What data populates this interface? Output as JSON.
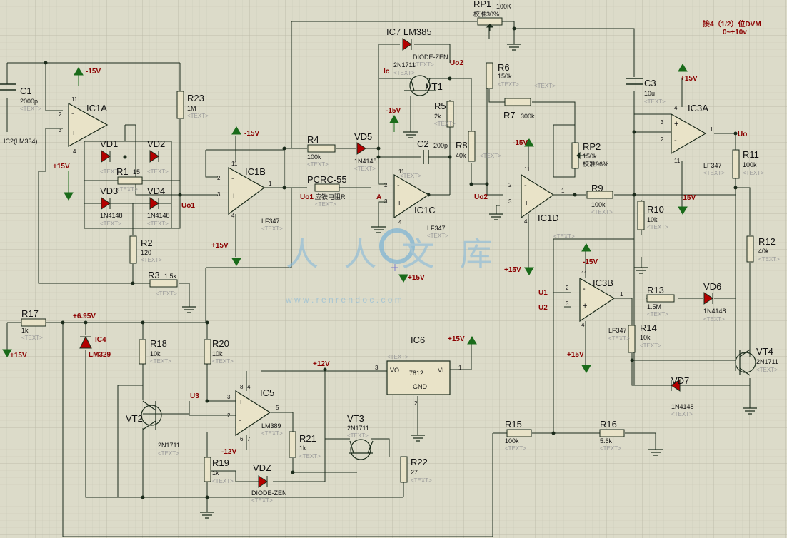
{
  "title": {
    "line1": "接4（1/2）位DVM",
    "line2": "0~+10v"
  },
  "watermark": {
    "brand": "人人文库",
    "url": "w w w . r e n r e n d o c . c o m"
  },
  "placeholder": "<TEXT>",
  "components": {
    "C1": {
      "ref": "C1",
      "value": "2000p"
    },
    "R23": {
      "ref": "R23",
      "value": "1M"
    },
    "IC1A": {
      "ref": "IC1A"
    },
    "IC2": {
      "ref": "IC2(LM334)"
    },
    "VD1": {
      "ref": "VD1"
    },
    "VD2": {
      "ref": "VD2"
    },
    "VD3": {
      "ref": "VD3",
      "value": "1N4148"
    },
    "VD4": {
      "ref": "VD4",
      "value": "1N4148"
    },
    "R1": {
      "ref": "R1",
      "value": "15"
    },
    "R2": {
      "ref": "R2",
      "value": "120"
    },
    "R3": {
      "ref": "R3",
      "value": "1.5k"
    },
    "IC1B": {
      "ref": "IC1B",
      "value": "LF347"
    },
    "R4": {
      "ref": "R4",
      "value": "100k"
    },
    "VD5": {
      "ref": "VD5",
      "value": "1N4148"
    },
    "PCRC": {
      "ref": "PCRC-55",
      "value": "应铁电阻R"
    },
    "IC7": {
      "ref": "IC7 LM385"
    },
    "DZ1": {
      "value": "DIODE-ZEN"
    },
    "VT1": {
      "ref": "VT1",
      "value": "2N1711"
    },
    "R5": {
      "ref": "R5",
      "value": "2k"
    },
    "C2": {
      "ref": "C2",
      "value": "200p"
    },
    "R8": {
      "ref": "R8",
      "value": "40k"
    },
    "IC1C": {
      "ref": "IC1C",
      "value": "LF347"
    },
    "RP1": {
      "ref": "RP1",
      "value": "100K",
      "note": "校准30%"
    },
    "R6": {
      "ref": "R6",
      "value": "150k"
    },
    "R7": {
      "ref": "R7",
      "value": "300k"
    },
    "RP2": {
      "ref": "RP2",
      "value": "150k",
      "note": "校准96%"
    },
    "IC1D": {
      "ref": "IC1D"
    },
    "R9": {
      "ref": "R9",
      "value": "100k"
    },
    "C3": {
      "ref": "C3",
      "value": "10u"
    },
    "IC3A": {
      "ref": "IC3A",
      "value": "LF347"
    },
    "R11": {
      "ref": "R11",
      "value": "100k"
    },
    "R10": {
      "ref": "R10",
      "value": "10k"
    },
    "R12": {
      "ref": "R12",
      "value": "40k"
    },
    "IC3B": {
      "ref": "IC3B",
      "value": "LF347"
    },
    "R13": {
      "ref": "R13",
      "value": "1.5M"
    },
    "VD6": {
      "ref": "VD6",
      "value": "1N4148"
    },
    "R14": {
      "ref": "R14",
      "value": "10k"
    },
    "VT4": {
      "ref": "VT4",
      "value": "2N1711"
    },
    "VD7": {
      "ref": "VD7",
      "value": "1N4148"
    },
    "R15": {
      "ref": "R15",
      "value": "100k"
    },
    "R16": {
      "ref": "R16",
      "value": "5.6k"
    },
    "R17": {
      "ref": "R17",
      "value": "1k"
    },
    "IC4": {
      "ref": "IC4",
      "value": "LM329"
    },
    "R18": {
      "ref": "R18",
      "value": "10k"
    },
    "R20": {
      "ref": "R20",
      "value": "10k"
    },
    "VT2": {
      "ref": "VT2",
      "value": "2N1711"
    },
    "IC5": {
      "ref": "IC5",
      "value": "LM389"
    },
    "R21": {
      "ref": "R21",
      "value": "1k"
    },
    "R19": {
      "ref": "R19",
      "value": "1k"
    },
    "VDZ": {
      "ref": "VDZ",
      "value": "DIODE-ZEN"
    },
    "VT3": {
      "ref": "VT3",
      "value": "2N1711"
    },
    "R22": {
      "ref": "R22",
      "value": "27"
    },
    "IC6": {
      "ref": "IC6",
      "value": "7812",
      "gnd": "GND",
      "vo": "VO",
      "vi": "VI"
    }
  },
  "nets": {
    "p15": "+15V",
    "m15": "-15V",
    "p12": "+12V",
    "m12": "-12V",
    "p695": "+6.95V",
    "uo": "Uo",
    "uo1": "Uo1",
    "uo2": "Uo2",
    "ic": "Ic",
    "a": "A",
    "u1": "U1",
    "u2": "U2",
    "u3": "U3"
  },
  "pins": {
    "p11": "11",
    "p4": "4",
    "p1": "1",
    "p2": "2",
    "p3": "3",
    "p5": "5",
    "p6": "6",
    "p7": "7",
    "p8": "8",
    "plus": "+",
    "minus": "-"
  }
}
